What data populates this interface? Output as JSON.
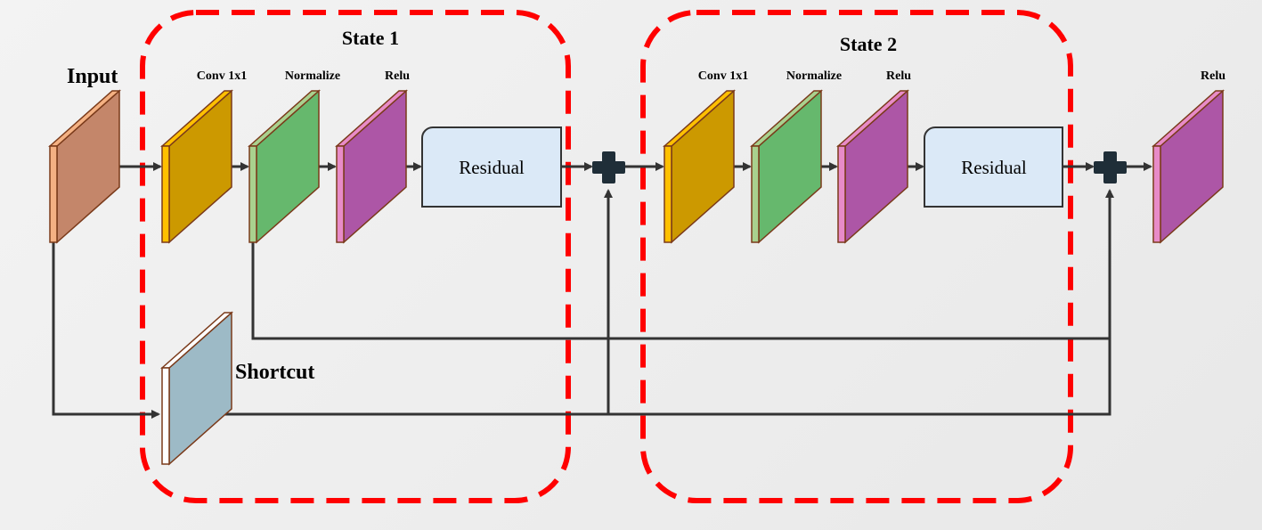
{
  "labels": {
    "input": "Input",
    "shortcut": "Shortcut",
    "final_relu": "Relu"
  },
  "states": [
    {
      "title": "State 1",
      "layers": [
        {
          "label": "Conv 1x1",
          "color": "#cc9900",
          "edge": "#ffc000"
        },
        {
          "label": "Normalize",
          "color": "#66b86d",
          "edge": "#a9d18e"
        },
        {
          "label": "Relu",
          "color": "#ad56a6",
          "edge": "#e88bc8"
        }
      ],
      "block": "Residual"
    },
    {
      "title": "State 2",
      "layers": [
        {
          "label": "Conv 1x1",
          "color": "#cc9900",
          "edge": "#ffc000"
        },
        {
          "label": "Normalize",
          "color": "#66b86d",
          "edge": "#a9d18e"
        },
        {
          "label": "Relu",
          "color": "#ad56a6",
          "edge": "#e88bc8"
        }
      ],
      "block": "Residual"
    }
  ],
  "colors": {
    "input": "#c4866a",
    "input_edge": "#f4b183",
    "shortcut": "#9dbac6",
    "shortcut_edge": "#ffffff",
    "final": "#ad56a6",
    "final_edge": "#e88bc8",
    "dashed_box": "#ff0000",
    "residual_fill": "#dbe9f7",
    "arrow": "#333333",
    "plus": "#1f2e38"
  }
}
